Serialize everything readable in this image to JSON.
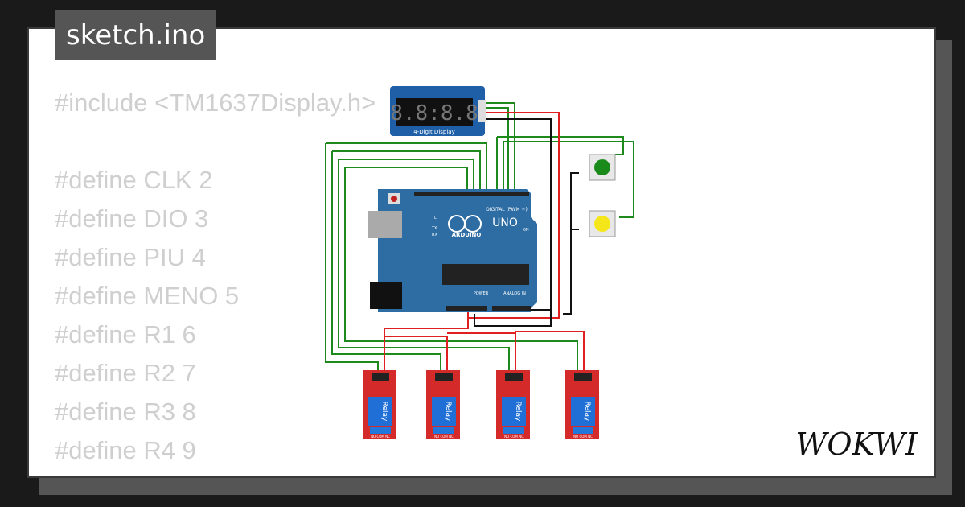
{
  "header": {
    "filename": "sketch.ino"
  },
  "code": {
    "lines": [
      "#include <TM1637Display.h>",
      "",
      "#define CLK 2",
      "#define DIO 3",
      "#define PIU 4",
      "#define MENO 5",
      "#define R1 6",
      "#define R2 7",
      "#define R3 8",
      "#define R4 9"
    ]
  },
  "diagram": {
    "display": {
      "digits": "8.8:8.8",
      "label": "4-Digit Display"
    },
    "arduino": {
      "brand": "ARDUINO",
      "model": "UNO",
      "digital_label": "DIGITAL (PWM ~)",
      "power_label": "POWER",
      "analog_label": "ANALOG IN",
      "led_l": "L",
      "led_tx": "TX",
      "led_rx": "RX",
      "led_on": "ON"
    },
    "relays": [
      {
        "label": "Relay",
        "terminals": "NO COM NC"
      },
      {
        "label": "Relay",
        "terminals": "NO COM NC"
      },
      {
        "label": "Relay",
        "terminals": "NO COM NC"
      },
      {
        "label": "Relay",
        "terminals": "NO COM NC"
      }
    ],
    "buttons": [
      {
        "color": "#1a8a1a"
      },
      {
        "color": "#f5e61a"
      }
    ],
    "wire_colors": {
      "signal": "#1e8a1e",
      "power": "#e02020",
      "ground": "#111111"
    }
  },
  "logo": {
    "text": "WOKWI"
  }
}
